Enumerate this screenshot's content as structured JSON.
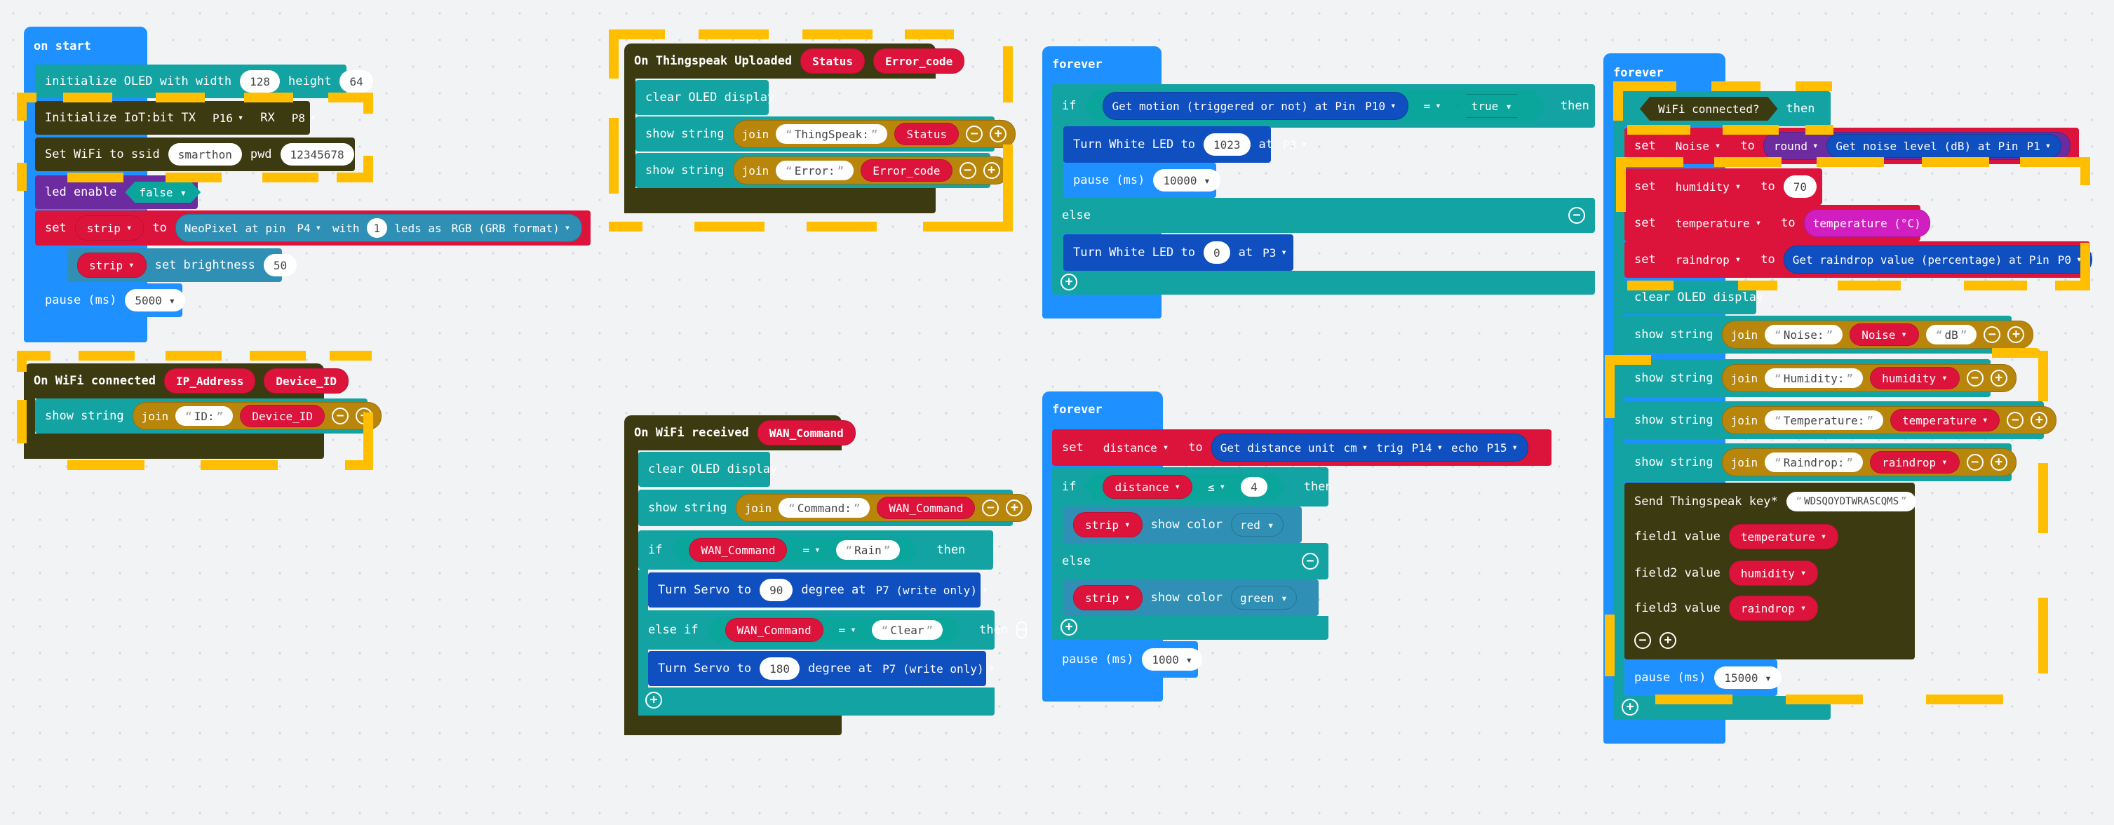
{
  "colors": {
    "event_blue": "#1e90ff",
    "oled_teal": "#14a3a3",
    "iot_olive": "#3b3a11",
    "neo_red": "#dc143c",
    "neo_inner": "#2f8fb5",
    "variable_red": "#dc143c",
    "logic_teal": "#0aa69c",
    "pin_blue": "#0f4fbf",
    "join_tan": "#b8860b",
    "led_purple": "#6d2ba0",
    "annotation_yellow": "#ffbf00"
  },
  "icons": {
    "add": "plus-circle-icon",
    "remove": "minus-circle-icon",
    "dropdown": "chevron-down-icon"
  },
  "onstart": {
    "hat": "on start",
    "r1": {
      "label": "initialize OLED with width",
      "w": "128",
      "h_label": "height",
      "h": "64"
    },
    "r2": {
      "label": "Initialize IoT:bit TX",
      "tx": "P16",
      "rx_label": "RX",
      "rx": "P8"
    },
    "r3": {
      "label": "Set WiFi to ssid",
      "ssid": "smarthon",
      "pwd_label": "pwd",
      "pwd": "12345678"
    },
    "r4": {
      "label": "led enable",
      "val": "false"
    },
    "r5": {
      "set": "set",
      "var": "strip",
      "to": "to",
      "neo": "NeoPixel at pin",
      "pin": "P4",
      "with": "with",
      "n": "1",
      "leds": "leds as",
      "fmt": "RGB (GRB format)"
    },
    "r6": {
      "var": "strip",
      "label": "set brightness",
      "val": "50"
    },
    "r7": {
      "label": "pause (ms)",
      "val": "5000"
    }
  },
  "wificonn": {
    "hat": "On WiFi connected",
    "p1": "IP_Address",
    "p2": "Device_ID",
    "show": "show string",
    "join": "join",
    "txt": "ID:",
    "var": "Device_ID"
  },
  "ts": {
    "hat": "On Thingspeak Uploaded",
    "p1": "Status",
    "p2": "Error_code",
    "clear": "clear OLED display",
    "show": "show string",
    "join": "join",
    "t1": "ThingSpeak:",
    "v1": "Status",
    "t2": "Error:",
    "v2": "Error_code"
  },
  "wrecv": {
    "hat": "On WiFi received",
    "p1": "WAN_Command",
    "clear": "clear OLED display",
    "show": "show string",
    "join": "join",
    "t1": "Command:",
    "v1": "WAN_Command",
    "if": "if",
    "var": "WAN_Command",
    "eq": "=",
    "c1": "Rain",
    "then": "then",
    "servo": "Turn Servo to",
    "deg1": "90",
    "deg_label": "degree at",
    "pin": "P7 (write only)",
    "elseif": "else if",
    "c2": "Clear",
    "deg2": "180"
  },
  "fv1": {
    "hat": "forever",
    "if": "if",
    "motion": "Get motion (triggered or not) at Pin",
    "mpin": "P10",
    "eq": "=",
    "val": "true",
    "then": "then",
    "led": "Turn White LED to",
    "on": "1023",
    "at": "at",
    "lpin": "P3",
    "pause": "pause (ms)",
    "pval": "10000",
    "else": "else",
    "off": "0"
  },
  "fv2": {
    "hat": "forever",
    "set": "set",
    "var": "distance",
    "to": "to",
    "getd": "Get distance unit",
    "unit": "cm",
    "trig": "trig",
    "tpin": "P14",
    "echo": "echo",
    "epin": "P15",
    "if": "if",
    "op": "≤",
    "num": "4",
    "then": "then",
    "strip": "strip",
    "showc": "show color",
    "c1": "red",
    "else": "else",
    "c2": "green",
    "pause": "pause (ms)",
    "pval": "1000"
  },
  "fv3": {
    "hat": "forever",
    "wifi": "WiFi connected?",
    "then": "then",
    "set": "set",
    "to": "to",
    "v_noise": "Noise",
    "round": "round",
    "getnoise": "Get noise level (dB) at Pin",
    "npin": "P1",
    "v_hum": "humidity",
    "hval": "70",
    "v_temp": "temperature",
    "tempr": "temperature (°C)",
    "v_rain": "raindrop",
    "getrain": "Get raindrop value (percentage) at Pin",
    "rpin": "P0",
    "clear": "clear OLED display",
    "show": "show string",
    "join": "join",
    "t_noise": "Noise:",
    "t_db": "dB",
    "t_hum": "Humidity:",
    "t_temp": "Temperature:",
    "t_rain": "Raindrop:",
    "send": "Send Thingspeak key*",
    "key": "WDSQOYDTWRASCQMS",
    "f1": "field1 value",
    "f2": "field2 value",
    "f3": "field3 value",
    "pause": "pause (ms)",
    "pval": "15000"
  }
}
